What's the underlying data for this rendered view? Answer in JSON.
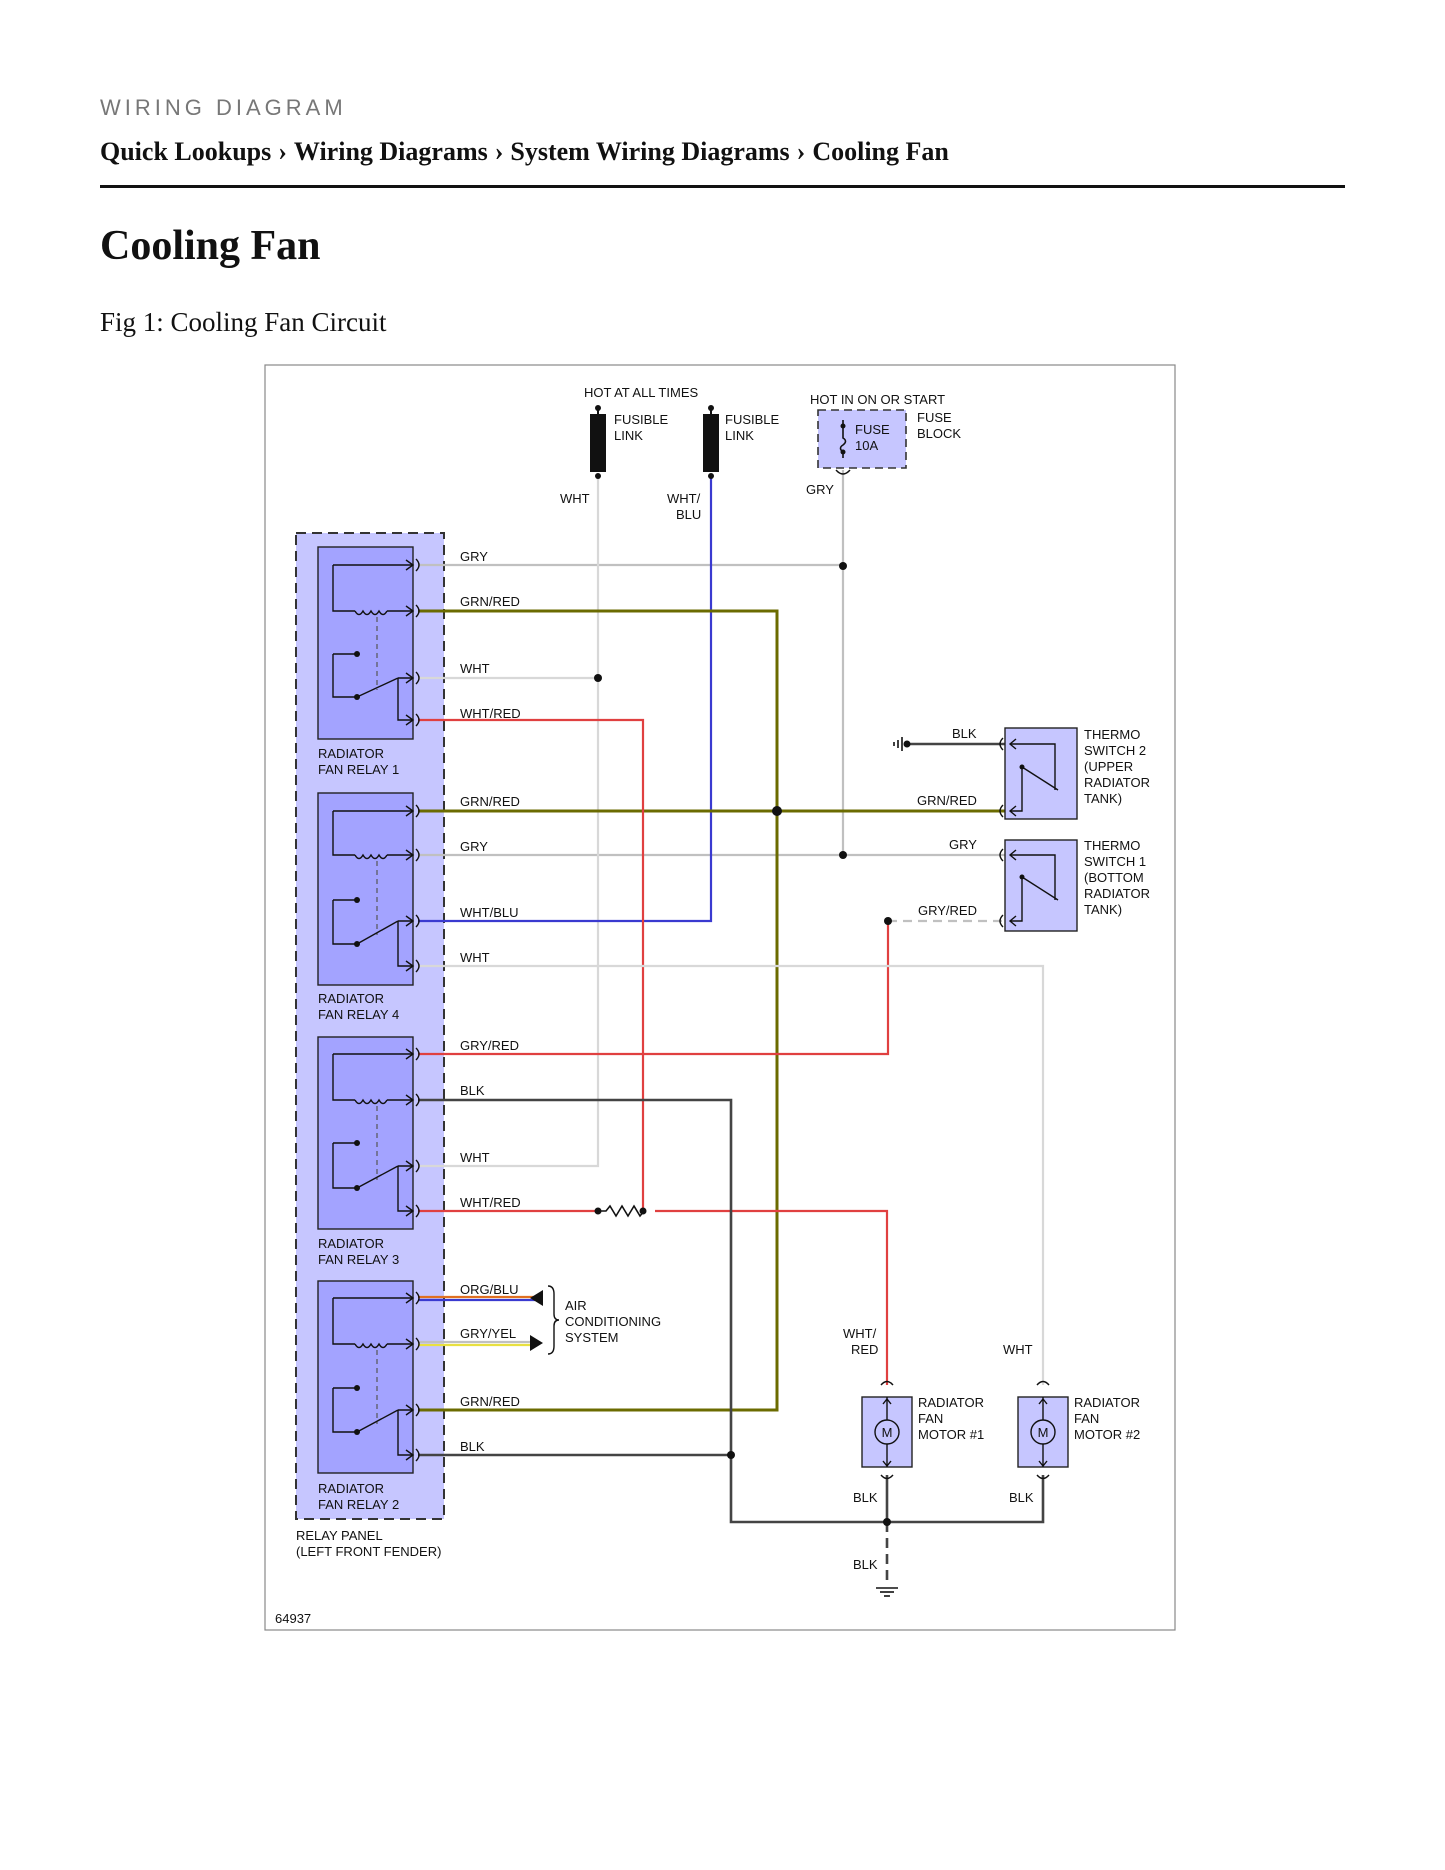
{
  "header": {
    "kicker": "WIRING DIAGRAM"
  },
  "breadcrumb": [
    "Quick Lookups",
    "Wiring Diagrams",
    "System Wiring Diagrams",
    "Cooling Fan"
  ],
  "breadcrumb_separator": "›",
  "page_title": "Cooling Fan",
  "figure": {
    "caption": "Fig 1: Cooling Fan Circuit",
    "number": "64937",
    "power": {
      "hot_at_all_times": "HOT AT ALL TIMES",
      "hot_in_on_or_start": "HOT IN ON OR START",
      "fusible_link_1": [
        "FUSIBLE",
        "LINK"
      ],
      "fusible_link_2": [
        "FUSIBLE",
        "LINK"
      ],
      "fuse": [
        "FUSE",
        "10A"
      ],
      "fuse_block": [
        "FUSE",
        "BLOCK"
      ]
    },
    "relays": {
      "relay1": [
        "RADIATOR",
        "FAN RELAY 1"
      ],
      "relay4": [
        "RADIATOR",
        "FAN RELAY 4"
      ],
      "relay3": [
        "RADIATOR",
        "FAN RELAY 3"
      ],
      "relay2": [
        "RADIATOR",
        "FAN RELAY 2"
      ],
      "panel": [
        "RELAY PANEL",
        "(LEFT FRONT FENDER)"
      ]
    },
    "switches": {
      "thermo2": [
        "THERMO",
        "SWITCH 2",
        "(UPPER",
        "RADIATOR",
        "TANK)"
      ],
      "thermo1": [
        "THERMO",
        "SWITCH 1",
        "(BOTTOM",
        "RADIATOR",
        "TANK)"
      ]
    },
    "ac_system": [
      "AIR",
      "CONDITIONING",
      "SYSTEM"
    ],
    "motors": {
      "motor1": [
        "RADIATOR",
        "FAN",
        "MOTOR #1"
      ],
      "motor2": [
        "RADIATOR",
        "FAN",
        "MOTOR #2"
      ],
      "symbol": "M"
    },
    "wire_labels": {
      "wht": "WHT",
      "wht_blu": [
        "WHT/",
        "BLU"
      ],
      "gry_fuse": "GRY",
      "r1_gry": "GRY",
      "r1_grnred": "GRN/RED",
      "r1_wht": "WHT",
      "r1_whtred": "WHT/RED",
      "r4_grnred": "GRN/RED",
      "r4_gry": "GRY",
      "r4_whtblu": "WHT/BLU",
      "r4_wht": "WHT",
      "r3_gryred": "GRY/RED",
      "r3_blk": "BLK",
      "r3_wht": "WHT",
      "r3_whtred": "WHT/RED",
      "r2_orgblu": "ORG/BLU",
      "r2_gryyel": "GRY/YEL",
      "r2_grnred": "GRN/RED",
      "r2_blk": "BLK",
      "ts2_blk": "BLK",
      "ts2_grnred": "GRN/RED",
      "ts1_gry": "GRY",
      "ts1_gryred": "GRY/RED",
      "m1_whtred": [
        "WHT/",
        "RED"
      ],
      "m2_wht": "WHT",
      "m1_blk": "BLK",
      "m2_blk": "BLK",
      "gnd_blk": "BLK"
    },
    "wire_colors": {
      "gry": "#c0c0c0",
      "grn_red": "#6b6b00",
      "wht": "#d8d8d8",
      "red": "#e04040",
      "blue": "#3a3ad0",
      "blk": "#444444",
      "org": "#e07020",
      "yel": "#e8e040"
    }
  }
}
